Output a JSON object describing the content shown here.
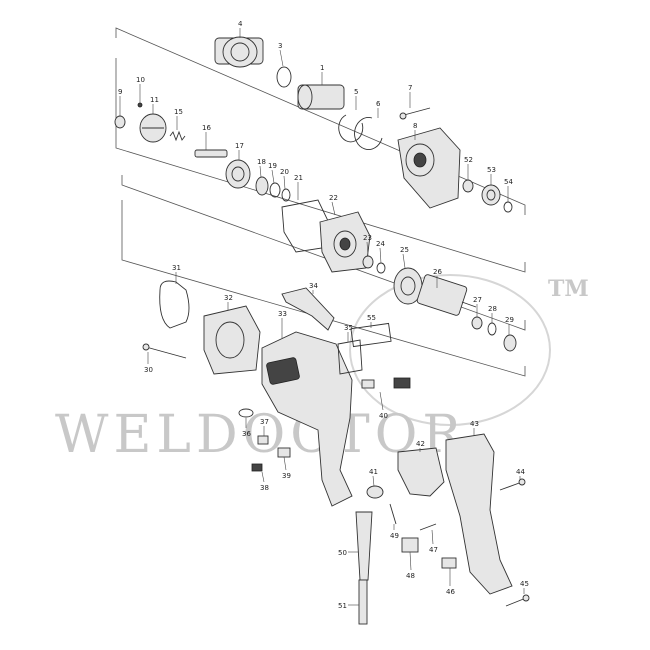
{
  "watermark": {
    "text": "WELDOCTOR",
    "trademark": "TM",
    "color": "#c8c8c8"
  },
  "colors": {
    "line": "#333333",
    "fill": "#e6e6e6",
    "dark": "#444444"
  },
  "parts": [
    {
      "id": "p1",
      "label": "1"
    },
    {
      "id": "p3",
      "label": "3"
    },
    {
      "id": "p4",
      "label": "4"
    },
    {
      "id": "p5",
      "label": "5"
    },
    {
      "id": "p6",
      "label": "6"
    },
    {
      "id": "p7",
      "label": "7"
    },
    {
      "id": "p8",
      "label": "8"
    },
    {
      "id": "p9",
      "label": "9"
    },
    {
      "id": "p10",
      "label": "10"
    },
    {
      "id": "p11",
      "label": "11"
    },
    {
      "id": "p15",
      "label": "15"
    },
    {
      "id": "p16",
      "label": "16"
    },
    {
      "id": "p17",
      "label": "17"
    },
    {
      "id": "p18",
      "label": "18"
    },
    {
      "id": "p19",
      "label": "19"
    },
    {
      "id": "p20",
      "label": "20"
    },
    {
      "id": "p21",
      "label": "21"
    },
    {
      "id": "p22",
      "label": "22"
    },
    {
      "id": "p23",
      "label": "23"
    },
    {
      "id": "p24",
      "label": "24"
    },
    {
      "id": "p25",
      "label": "25"
    },
    {
      "id": "p26",
      "label": "26"
    },
    {
      "id": "p27",
      "label": "27"
    },
    {
      "id": "p28",
      "label": "28"
    },
    {
      "id": "p29",
      "label": "29"
    },
    {
      "id": "p30",
      "label": "30"
    },
    {
      "id": "p31",
      "label": "31"
    },
    {
      "id": "p32",
      "label": "32"
    },
    {
      "id": "p33",
      "label": "33"
    },
    {
      "id": "p34",
      "label": "34"
    },
    {
      "id": "p35",
      "label": "35"
    },
    {
      "id": "p36",
      "label": "36"
    },
    {
      "id": "p37",
      "label": "37"
    },
    {
      "id": "p38",
      "label": "38"
    },
    {
      "id": "p39",
      "label": "39"
    },
    {
      "id": "p40",
      "label": "40"
    },
    {
      "id": "p41",
      "label": "41"
    },
    {
      "id": "p42",
      "label": "42"
    },
    {
      "id": "p43",
      "label": "43"
    },
    {
      "id": "p44",
      "label": "44"
    },
    {
      "id": "p45",
      "label": "45"
    },
    {
      "id": "p46",
      "label": "46"
    },
    {
      "id": "p47",
      "label": "47"
    },
    {
      "id": "p48",
      "label": "48"
    },
    {
      "id": "p49",
      "label": "49"
    },
    {
      "id": "p50",
      "label": "50"
    },
    {
      "id": "p51",
      "label": "51"
    },
    {
      "id": "p52",
      "label": "52"
    },
    {
      "id": "p53",
      "label": "53"
    },
    {
      "id": "p54",
      "label": "54"
    },
    {
      "id": "p55",
      "label": "55"
    }
  ]
}
